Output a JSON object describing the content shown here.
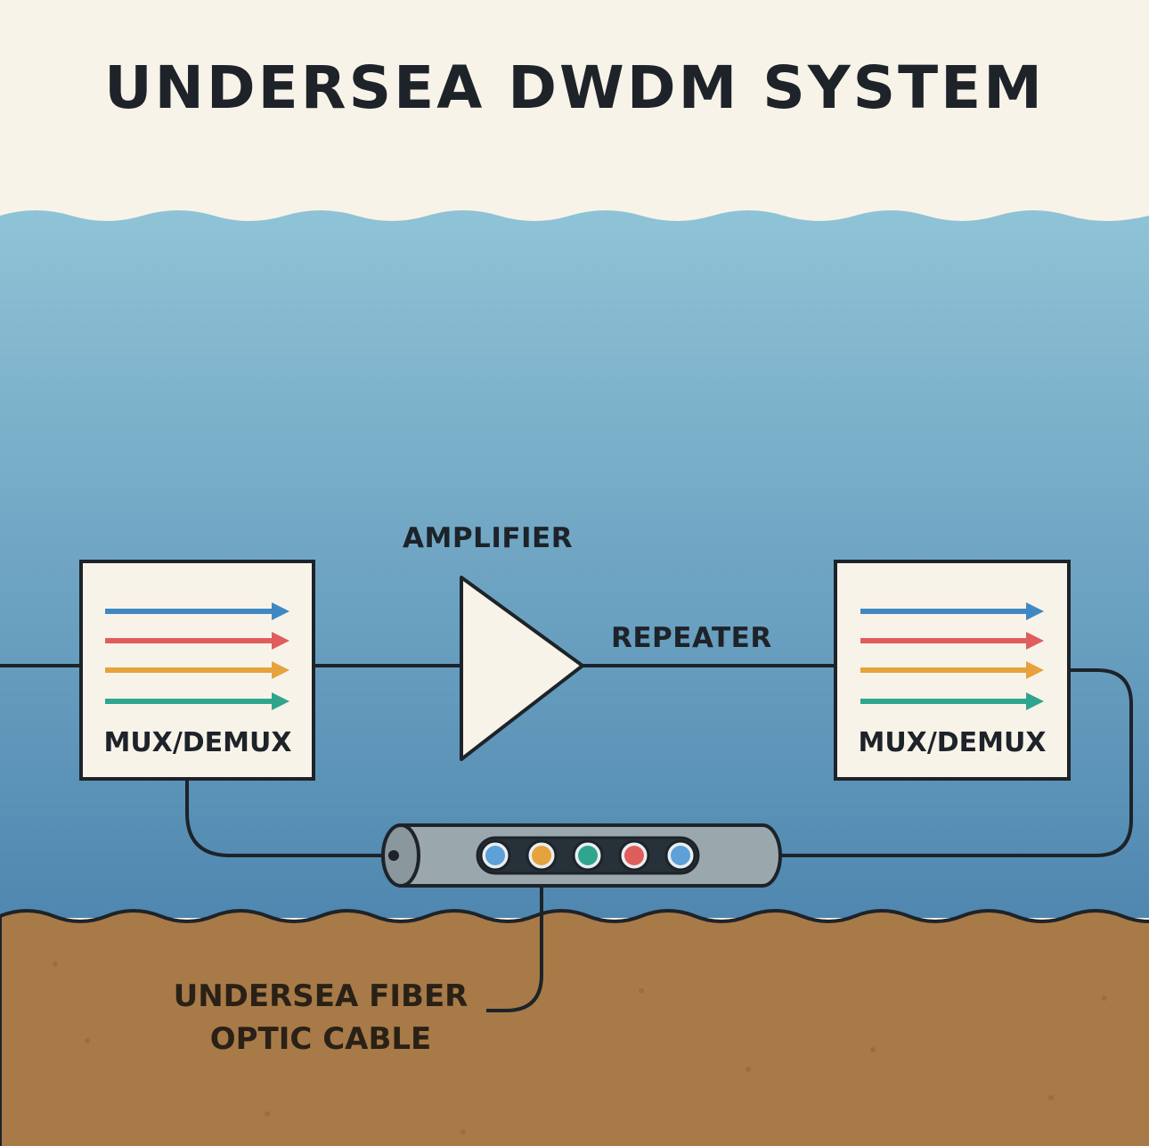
{
  "title": "UNDERSEA DWDM SYSTEM",
  "labels": {
    "amplifier": "AMPLIFIER",
    "repeater": "REPEATER",
    "mux_left": "MUX/DEMUX",
    "mux_right": "MUX/DEMUX",
    "cable": "UNDERSEA FIBER OPTIC CABLE"
  },
  "colors": {
    "sky": "#f8f3e8",
    "water_top": "#8fc3d6",
    "water_bottom": "#4f87b0",
    "seabed": "#a87a48",
    "outline": "#1d2329",
    "box_fill": "#f8f3e8",
    "cable_fill": "#9aa8ae",
    "channel_blue": "#3f88c5",
    "channel_red": "#e05d5d",
    "channel_orange": "#e6a23c",
    "channel_teal": "#2fa58e"
  },
  "channels": [
    "blue",
    "red",
    "orange",
    "teal"
  ],
  "fiber_cores": [
    "#5ea0d8",
    "#e6a23c",
    "#2fa58e",
    "#e05d5d",
    "#5ea0d8"
  ]
}
